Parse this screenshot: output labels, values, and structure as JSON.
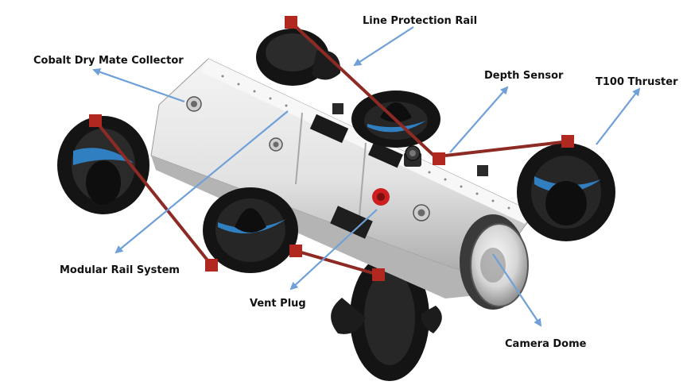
{
  "labels": {
    "line_protection_rail": "Line Protection Rail",
    "cobalt_dry_mate_collector": "Cobalt Dry Mate Collector",
    "depth_sensor": "Depth Sensor",
    "t100_thruster": "T100 Thruster",
    "modular_rail_system": "Modular Rail System",
    "vent_plug": "Vent Plug",
    "camera_dome": "Camera Dome"
  },
  "colors": {
    "arrow": "#6fa0d8",
    "rail": "#8e2a24",
    "thruster_body": "#141414",
    "thruster_blade": "#2f7fc1",
    "hull": "#e6e6e6",
    "hull_shadow": "#bdbdbd",
    "vent_plug": "#cc2020"
  },
  "icons": {
    "arrowhead": "arrowhead-icon"
  }
}
